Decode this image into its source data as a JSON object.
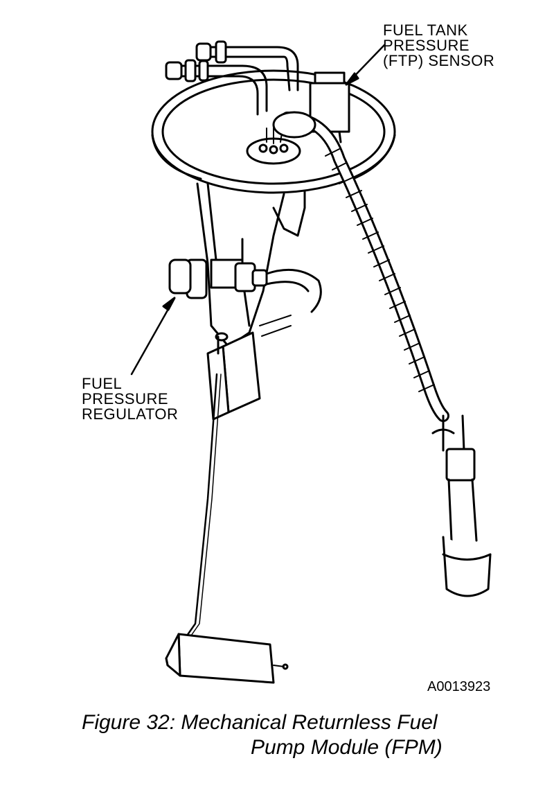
{
  "labels": {
    "ftp_sensor": [
      "FUEL TANK",
      "PRESSURE",
      "(FTP) SENSOR"
    ],
    "regulator": [
      "FUEL",
      "PRESSURE",
      "REGULATOR"
    ]
  },
  "figure_id": "A0013923",
  "caption": {
    "line1": "Figure 32: Mechanical Returnless Fuel",
    "line2": "Pump Module (FPM)"
  }
}
